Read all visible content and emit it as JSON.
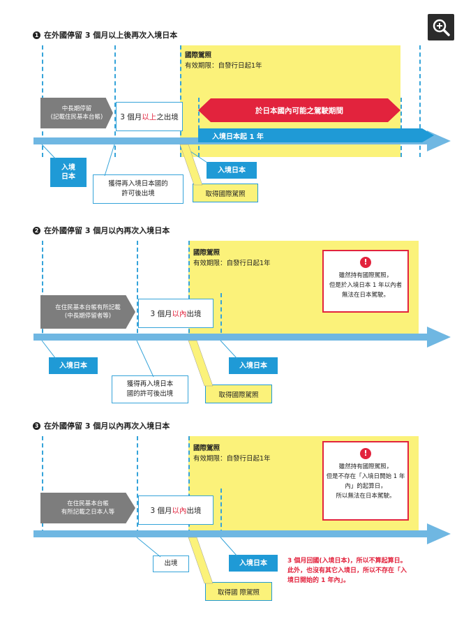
{
  "icons": {
    "zoom": "zoom-in-icon",
    "warning": "exclamation-icon"
  },
  "colors": {
    "blue": "#1f9ad6",
    "yellow": "#fbf27a",
    "red": "#e2233d",
    "gray": "#7d7d7d"
  },
  "sections": [
    {
      "number": "1",
      "title": "在外國停留 3 個月以上後再次入境日本",
      "license_title": "國際駕照",
      "license_validity": "有效期限：自發行日起1年",
      "gray_box": [
        "中長期停留",
        "(記載住民基本台帳)"
      ],
      "period_pre": "3 個月",
      "period_red": "以上",
      "period_post": "之出境",
      "red_bar": "於日本國內可能之駕駛期間",
      "axis_label": "入境日本起 1 年",
      "entry_box": [
        "入境",
        "日本"
      ],
      "permit_box": [
        "獲得再入境日本國的",
        "許可後出境"
      ],
      "entry_box2": "入境日本",
      "license_box": "取得國際駕照"
    },
    {
      "number": "2",
      "title": "在外國停留 3 個月以內再次入境日本",
      "license_title": "國際駕照",
      "license_validity": "有效期限：自發行日起1年",
      "gray_box": [
        "在住民基本台帳有所記載",
        "(中長期停留者等)"
      ],
      "period_pre": "3 個月",
      "period_red": "以內",
      "period_post": "出境",
      "warning": [
        "雖然持有國際駕照，",
        "但是於入境日本 1 年以內者",
        "無法在日本駕駛。"
      ],
      "entry_box": "入境日本",
      "permit_box": [
        "獲得再入境日本",
        "國的許可後出境"
      ],
      "entry_box2": "入境日本",
      "license_box": "取得國際駕照"
    },
    {
      "number": "3",
      "title": "在外國停留 3 個月以內再次入境日本",
      "license_title": "國際駕照",
      "license_validity": "有效期限：自發行日起1年",
      "gray_box": [
        "在住民基本台帳",
        "有所記載之日本人等"
      ],
      "period_pre": "3 個月",
      "period_red": "以內",
      "period_post": "出境",
      "warning": [
        "雖然持有國際駕照，",
        "但是不存在「入境日開始 1 年",
        "內」的起算日，",
        "所以無法在日本駕駛。"
      ],
      "exit_box": "出境",
      "entry_box2": "入境日本",
      "license_box": "取得國 際駕照",
      "note": [
        "3 個月回國(入境日本)，所以不算起算日。",
        "此外，也沒有其它入境日，所以不存在「入",
        "境日開始的 1 年內」。"
      ]
    }
  ]
}
